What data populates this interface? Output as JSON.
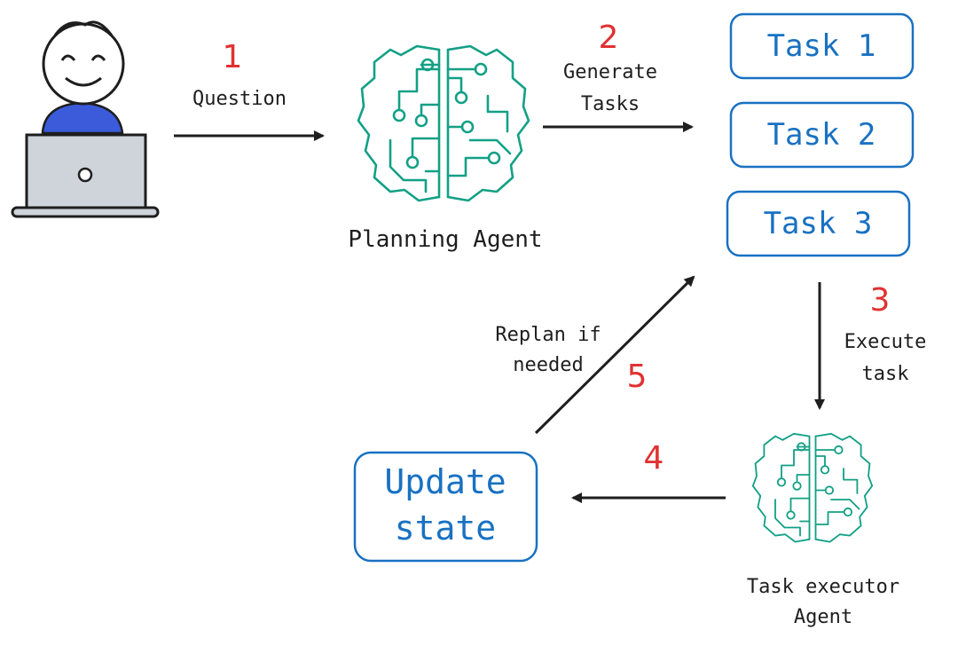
{
  "steps": {
    "question": {
      "number": "1",
      "label": "Question"
    },
    "generate": {
      "number": "2",
      "label_line1": "Generate",
      "label_line2": "Tasks"
    },
    "execute": {
      "number": "3",
      "label_line1": "Execute",
      "label_line2": "task"
    },
    "update": {
      "number": "4"
    },
    "replan": {
      "number": "5",
      "label_line1": "Replan if",
      "label_line2": "needed"
    }
  },
  "planning_agent": {
    "label": "Planning Agent"
  },
  "tasks": [
    {
      "label": "Task 1"
    },
    {
      "label": "Task 2"
    },
    {
      "label": "Task 3"
    }
  ],
  "executor_agent": {
    "label_line1": "Task executor",
    "label_line2": "Agent"
  },
  "update_state": {
    "label_line1": "Update",
    "label_line2": "state"
  },
  "colors": {
    "accent_red": "#e03131",
    "task_blue": "#1971c2",
    "brain_green": "#12a085",
    "person_blue": "#3b5bdb",
    "laptop_gray": "#ced4da"
  },
  "icons": [
    "user-icon",
    "laptop-icon",
    "brain-circuit-icon"
  ]
}
